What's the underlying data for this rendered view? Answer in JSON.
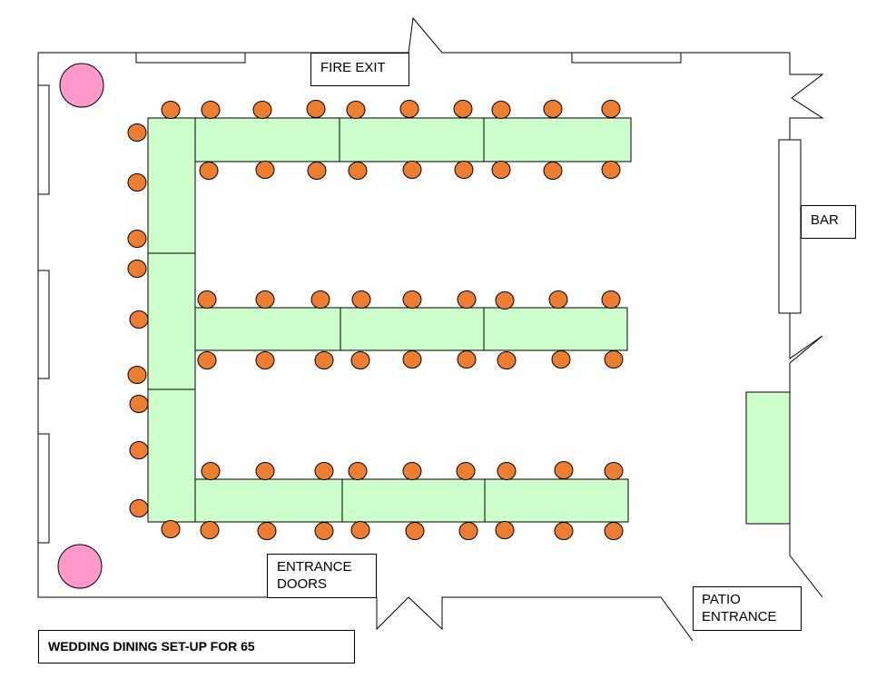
{
  "labels": {
    "fire_exit": "FIRE EXIT",
    "bar": "BAR",
    "entrance_doors": "ENTRANCE\nDOORS",
    "patio_entrance": "PATIO\nENTRANCE",
    "title": "WEDDING DINING SET-UP FOR 65"
  },
  "colors": {
    "table_fill": "#ccffcc",
    "chair_fill": "#ed7d31",
    "decor_fill": "#ff99cc",
    "line": "#000000"
  }
}
